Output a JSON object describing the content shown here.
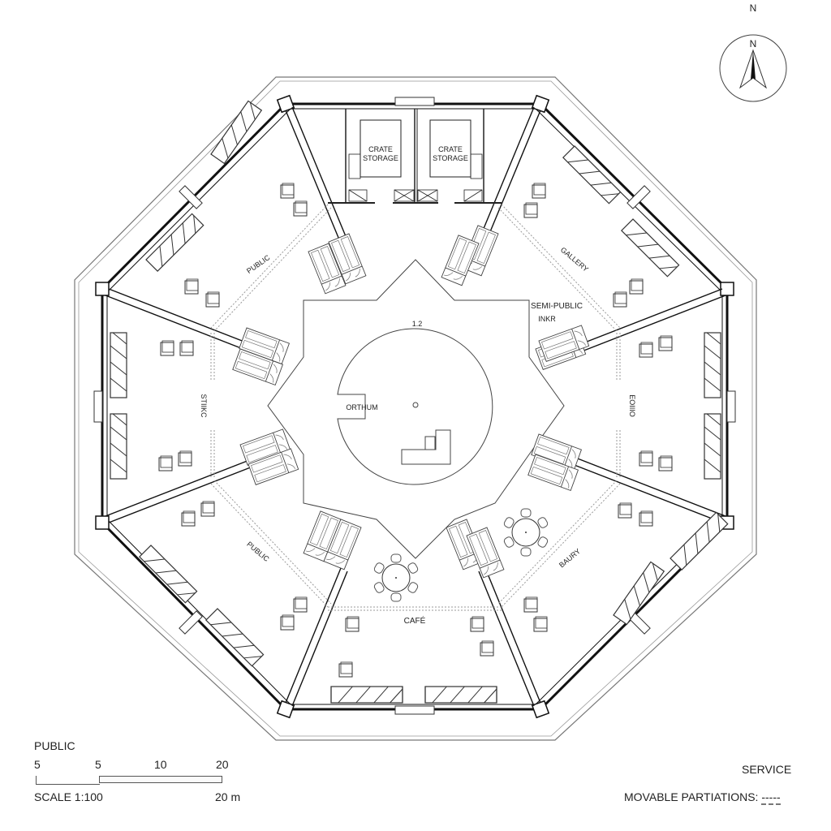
{
  "north_arrow": {
    "label_outer": "N",
    "label_inner": "N"
  },
  "rooms": {
    "crate_storage_left": {
      "line1": "CRATE",
      "line2": "STORAGE"
    },
    "crate_storage_right": {
      "line1": "CRATE",
      "line2": "STORAGE"
    },
    "public_nw": "PUBLIC",
    "public_sw": "PUBLIC",
    "gallery_ne": "GALLERY",
    "gallery_se": "BAURY",
    "west": "STIIKC",
    "east": "EOIIIO",
    "semi_public": "SEMI-PUBLIC",
    "semi_public_sub": "INKR",
    "atrium_label": "ORTHUM",
    "atrium_dimension": "1.2",
    "cafe": "CAFÉ"
  },
  "legend": {
    "public_label": "PUBLIC",
    "scale_ticks": [
      "5",
      "5",
      "10",
      "20"
    ],
    "scale_label": "SCALE 1:100",
    "scale_end": "20 m",
    "service_label": "SERVICE",
    "movable_partitions_label": "MOVABLE PARTIATIONS:",
    "movable_partitions_symbol": "-----"
  },
  "colors": {
    "line": "#222222",
    "thin_line": "#555555",
    "dashed": "#9a9a9a",
    "background": "#ffffff"
  }
}
